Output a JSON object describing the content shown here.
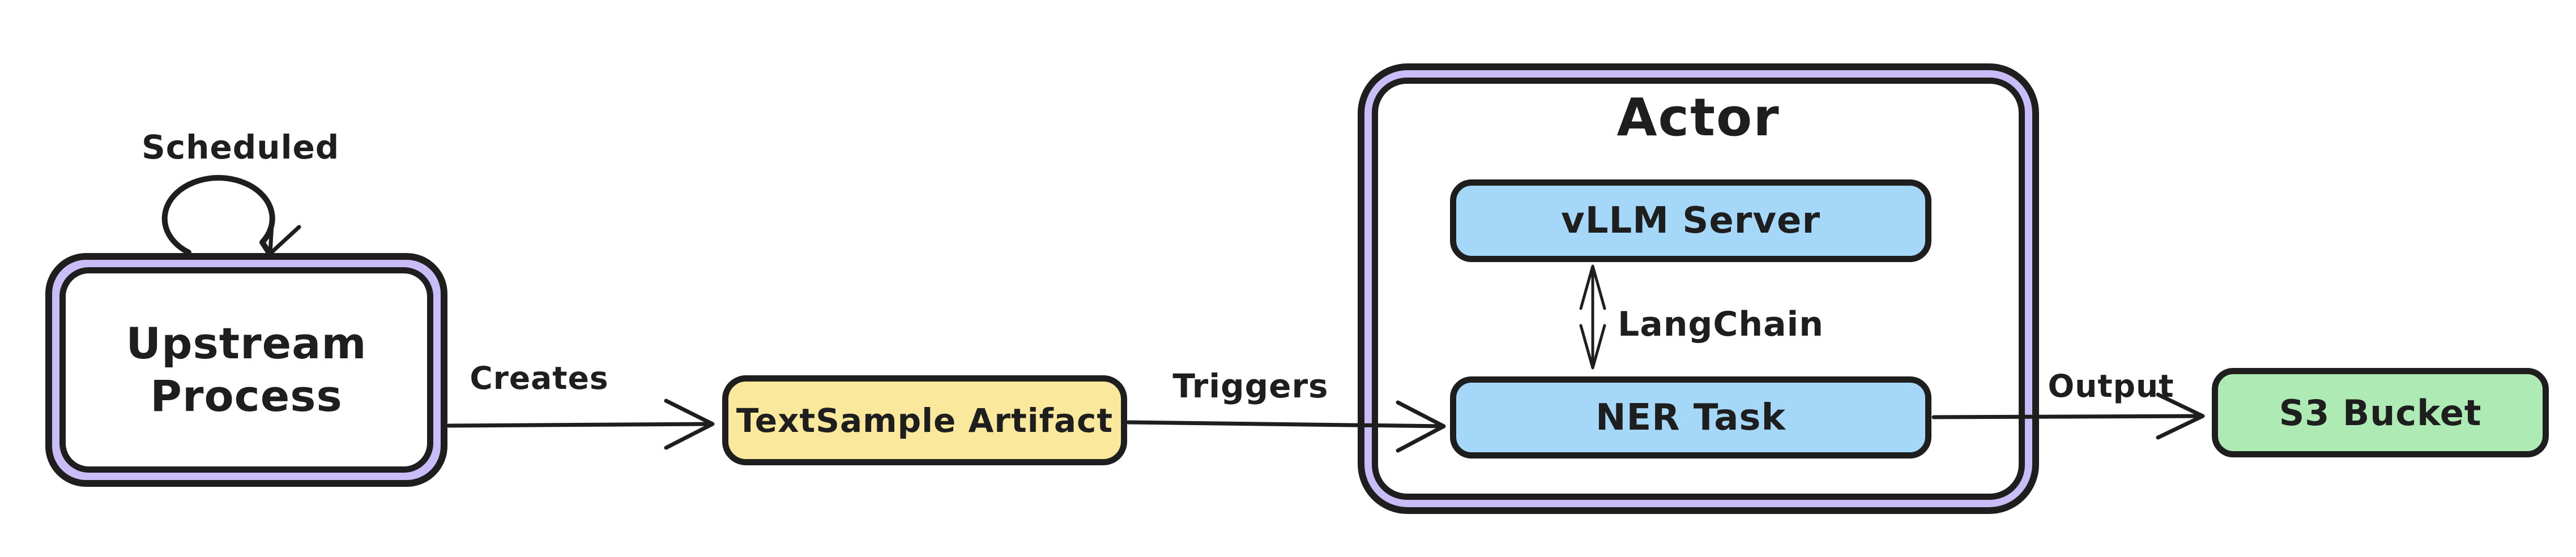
{
  "diagram": {
    "background": "#ffffff",
    "stroke_color": "#1e1e1e",
    "accent_purple": "#c9bcf7",
    "nodes": {
      "upstream_process": {
        "label": "Upstream Process",
        "fill": "#ffffff",
        "band": "#c9bcf7"
      },
      "textsample_artifact": {
        "label": "TextSample Artifact",
        "fill": "#fae99c"
      },
      "actor": {
        "label": "Actor",
        "fill": "#ffffff",
        "band": "#c9bcf7"
      },
      "vllm_server": {
        "label": "vLLM Server",
        "fill": "#a5d8f8"
      },
      "ner_task": {
        "label": "NER Task",
        "fill": "#a5d8f8"
      },
      "s3_bucket": {
        "label": "S3 Bucket",
        "fill": "#aeeab4"
      }
    },
    "edges": {
      "scheduled": {
        "label": "Scheduled",
        "from": "upstream_process",
        "to": "upstream_process",
        "style": "self-loop"
      },
      "creates": {
        "label": "Creates",
        "from": "upstream_process",
        "to": "textsample_artifact"
      },
      "triggers": {
        "label": "Triggers",
        "from": "textsample_artifact",
        "to": "ner_task"
      },
      "langchain": {
        "label": "LangChain",
        "from": "ner_task",
        "to": "vllm_server",
        "style": "double-headed"
      },
      "output": {
        "label": "Output",
        "from": "ner_task",
        "to": "s3_bucket"
      }
    }
  }
}
